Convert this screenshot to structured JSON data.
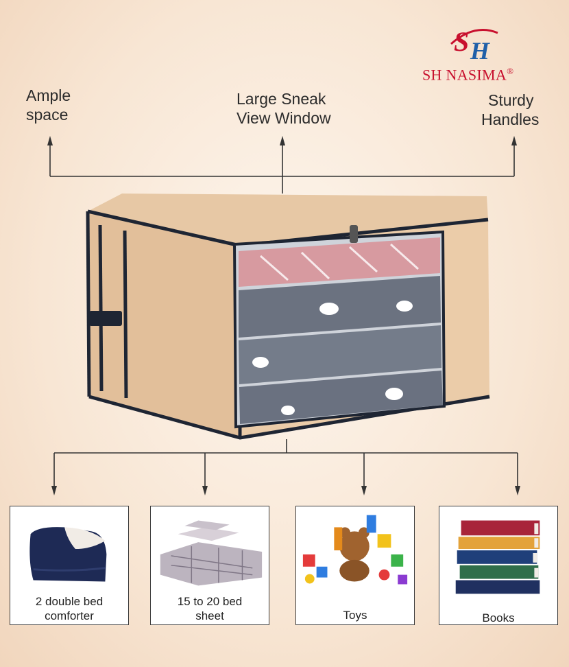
{
  "brand": {
    "logo_text": "SH",
    "name": "SH NASIMA",
    "registered": "®"
  },
  "features_top": [
    {
      "line1": "Ample",
      "line2": "space"
    },
    {
      "line1": "Large Sneak",
      "line2": "View Window"
    },
    {
      "line1": "Sturdy",
      "line2": "Handles"
    }
  ],
  "capacity_items": [
    {
      "line1": "2 double bed",
      "line2": "comforter",
      "icon": "comforter-icon"
    },
    {
      "line1": "15 to 20 bed",
      "line2": "sheet",
      "icon": "bedsheet-icon"
    },
    {
      "line1": "Toys",
      "line2": "",
      "icon": "toys-icon"
    },
    {
      "line1": "Books",
      "line2": "",
      "icon": "books-icon"
    }
  ],
  "colors": {
    "brand_red": "#c8102e",
    "brand_blue": "#1f5fa8",
    "bag_beige": "#e9c9a6",
    "piping": "#1e2533"
  }
}
